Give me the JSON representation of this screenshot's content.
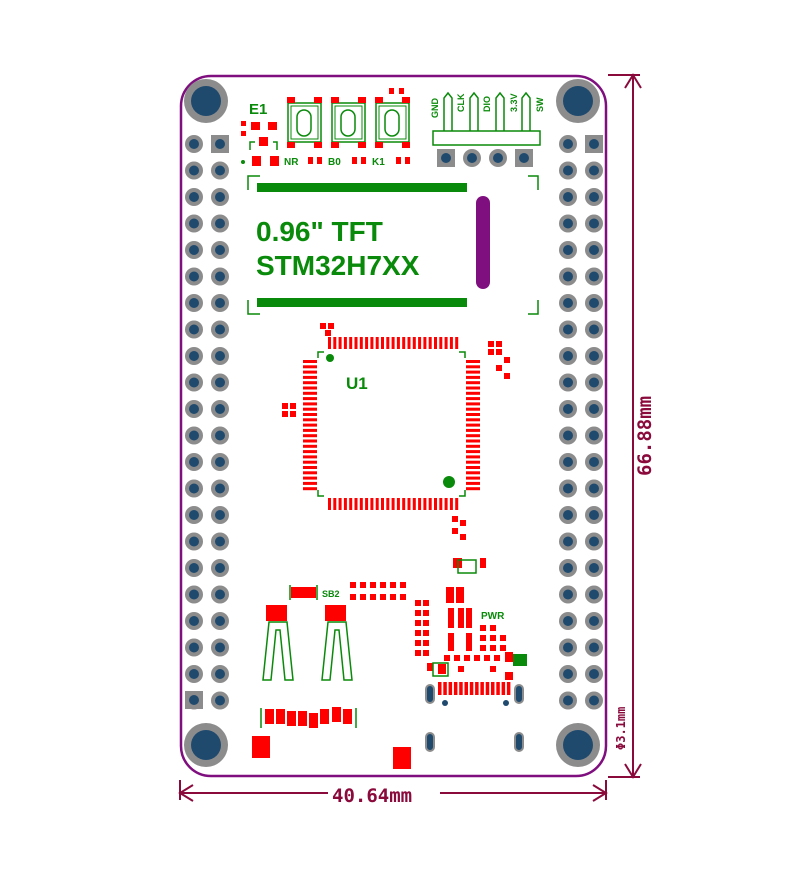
{
  "colors": {
    "outline": "#7f0f7f",
    "silk": "#0a8a0a",
    "pad": "#ff0000",
    "drill": "#1f4a6e",
    "ring": "#8c8c8c",
    "dimension": "#8b0a3c"
  },
  "board": {
    "display_line1": "0.96\" TFT",
    "display_line2": "STM32H7XX",
    "chip_ref": "U1",
    "antenna_ref": "E1",
    "buttons": [
      "NR",
      "B0",
      "K1"
    ],
    "swd_pins": [
      "GND",
      "CLK",
      "DIO",
      "3.3V",
      "SW"
    ],
    "solder_bridge": "SB2",
    "power_led": "PWR"
  },
  "dimensions": {
    "height": "66.88mm",
    "width": "40.64mm",
    "hole": "Φ3.1mm"
  }
}
